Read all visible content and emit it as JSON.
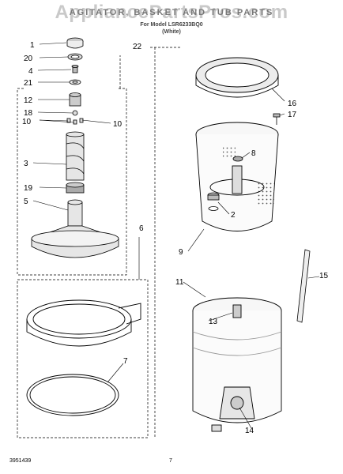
{
  "watermark": "AppliancePartsPros.com",
  "header": {
    "title": "AGITATOR, BASKET AND TUB PARTS",
    "subtitle": "For Model LSR6233BQ0",
    "color": "(White)"
  },
  "callouts": {
    "c1": "1",
    "c20": "20",
    "c4": "4",
    "c21": "21",
    "c22": "22",
    "c12": "12",
    "c18": "18",
    "c10a": "10",
    "c10b": "10",
    "c3": "3",
    "c19": "19",
    "c5": "5",
    "c6": "6",
    "c7": "7",
    "c16": "16",
    "c17": "17",
    "c8": "8",
    "c2": "2",
    "c9": "9",
    "c11": "11",
    "c13": "13",
    "c15": "15",
    "c14": "14"
  },
  "footer": {
    "doc_number": "3951439",
    "page": "7"
  }
}
